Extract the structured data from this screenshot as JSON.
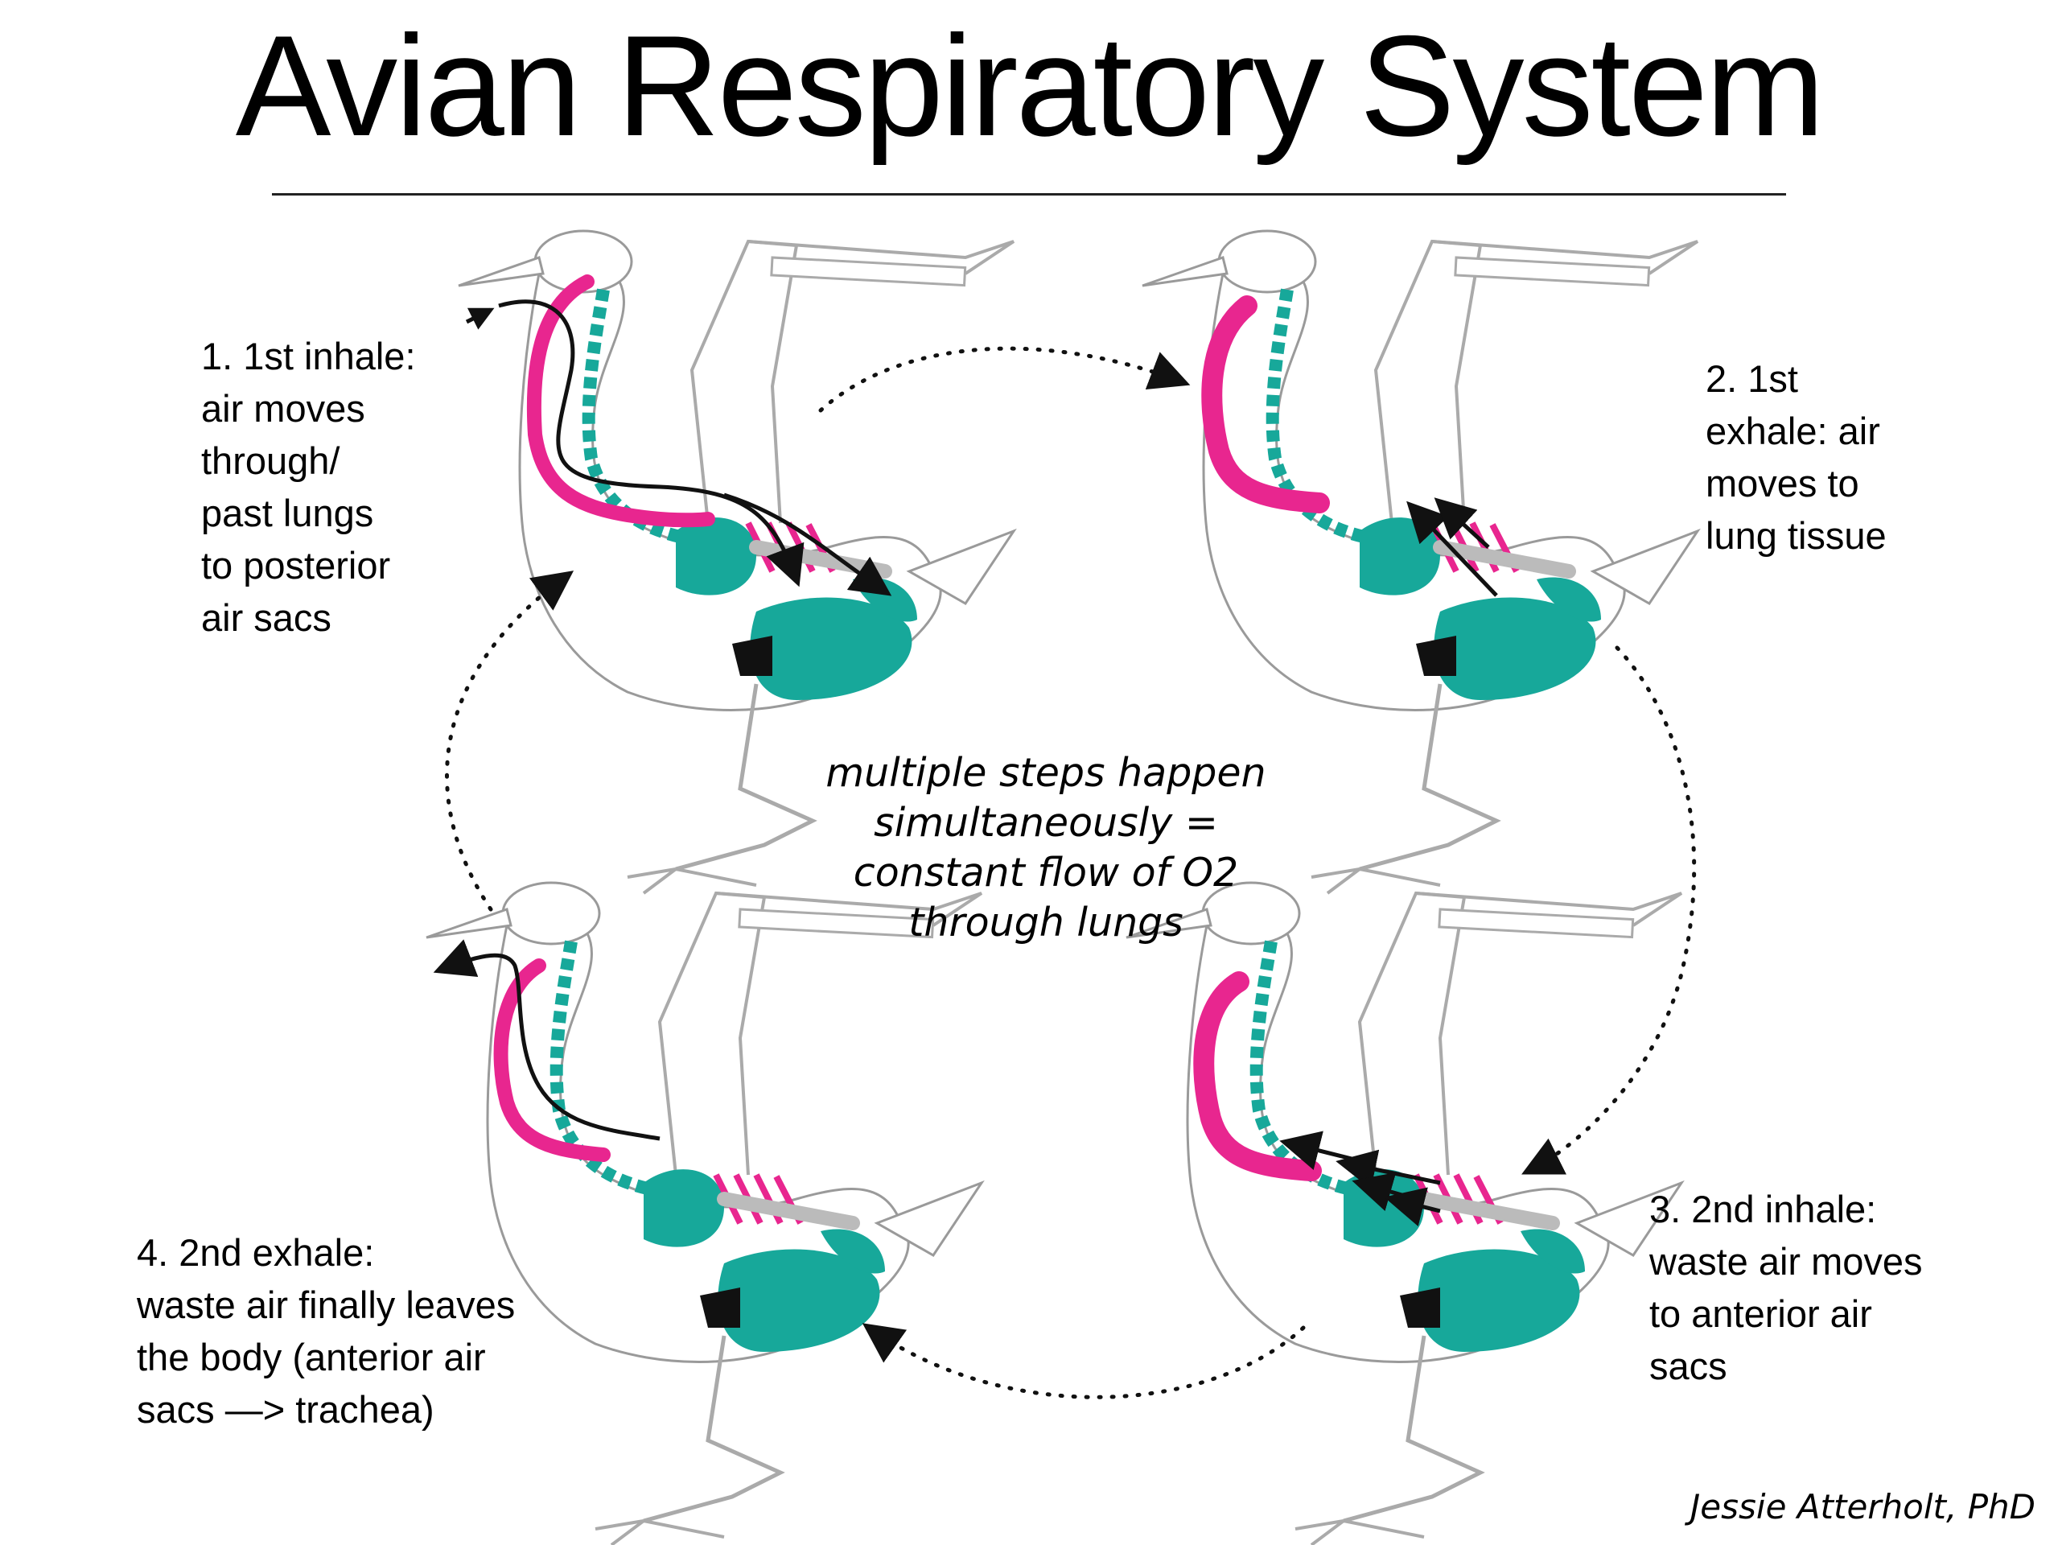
{
  "title": "Avian Respiratory System",
  "steps": {
    "step1": "1. 1st inhale:\nair moves\nthrough/\npast lungs\nto posterior\nair sacs",
    "step2": "2. 1st\nexhale: air\nmoves to\nlung tissue",
    "step3": "3. 2nd inhale:\nwaste air moves\nto anterior air\nsacs",
    "step4": "4. 2nd exhale:\nwaste air finally leaves\nthe body (anterior air\nsacs —> trachea)"
  },
  "center_note": "multiple steps happen\nsimultaneously =\nconstant flow of O2\nthrough lungs",
  "credit": "Jessie Atterholt, PhD",
  "colors": {
    "trachea": "#e8268f",
    "air_sacs": "#17a89a",
    "outline": "#9a9a9a",
    "arrow": "#111111"
  }
}
